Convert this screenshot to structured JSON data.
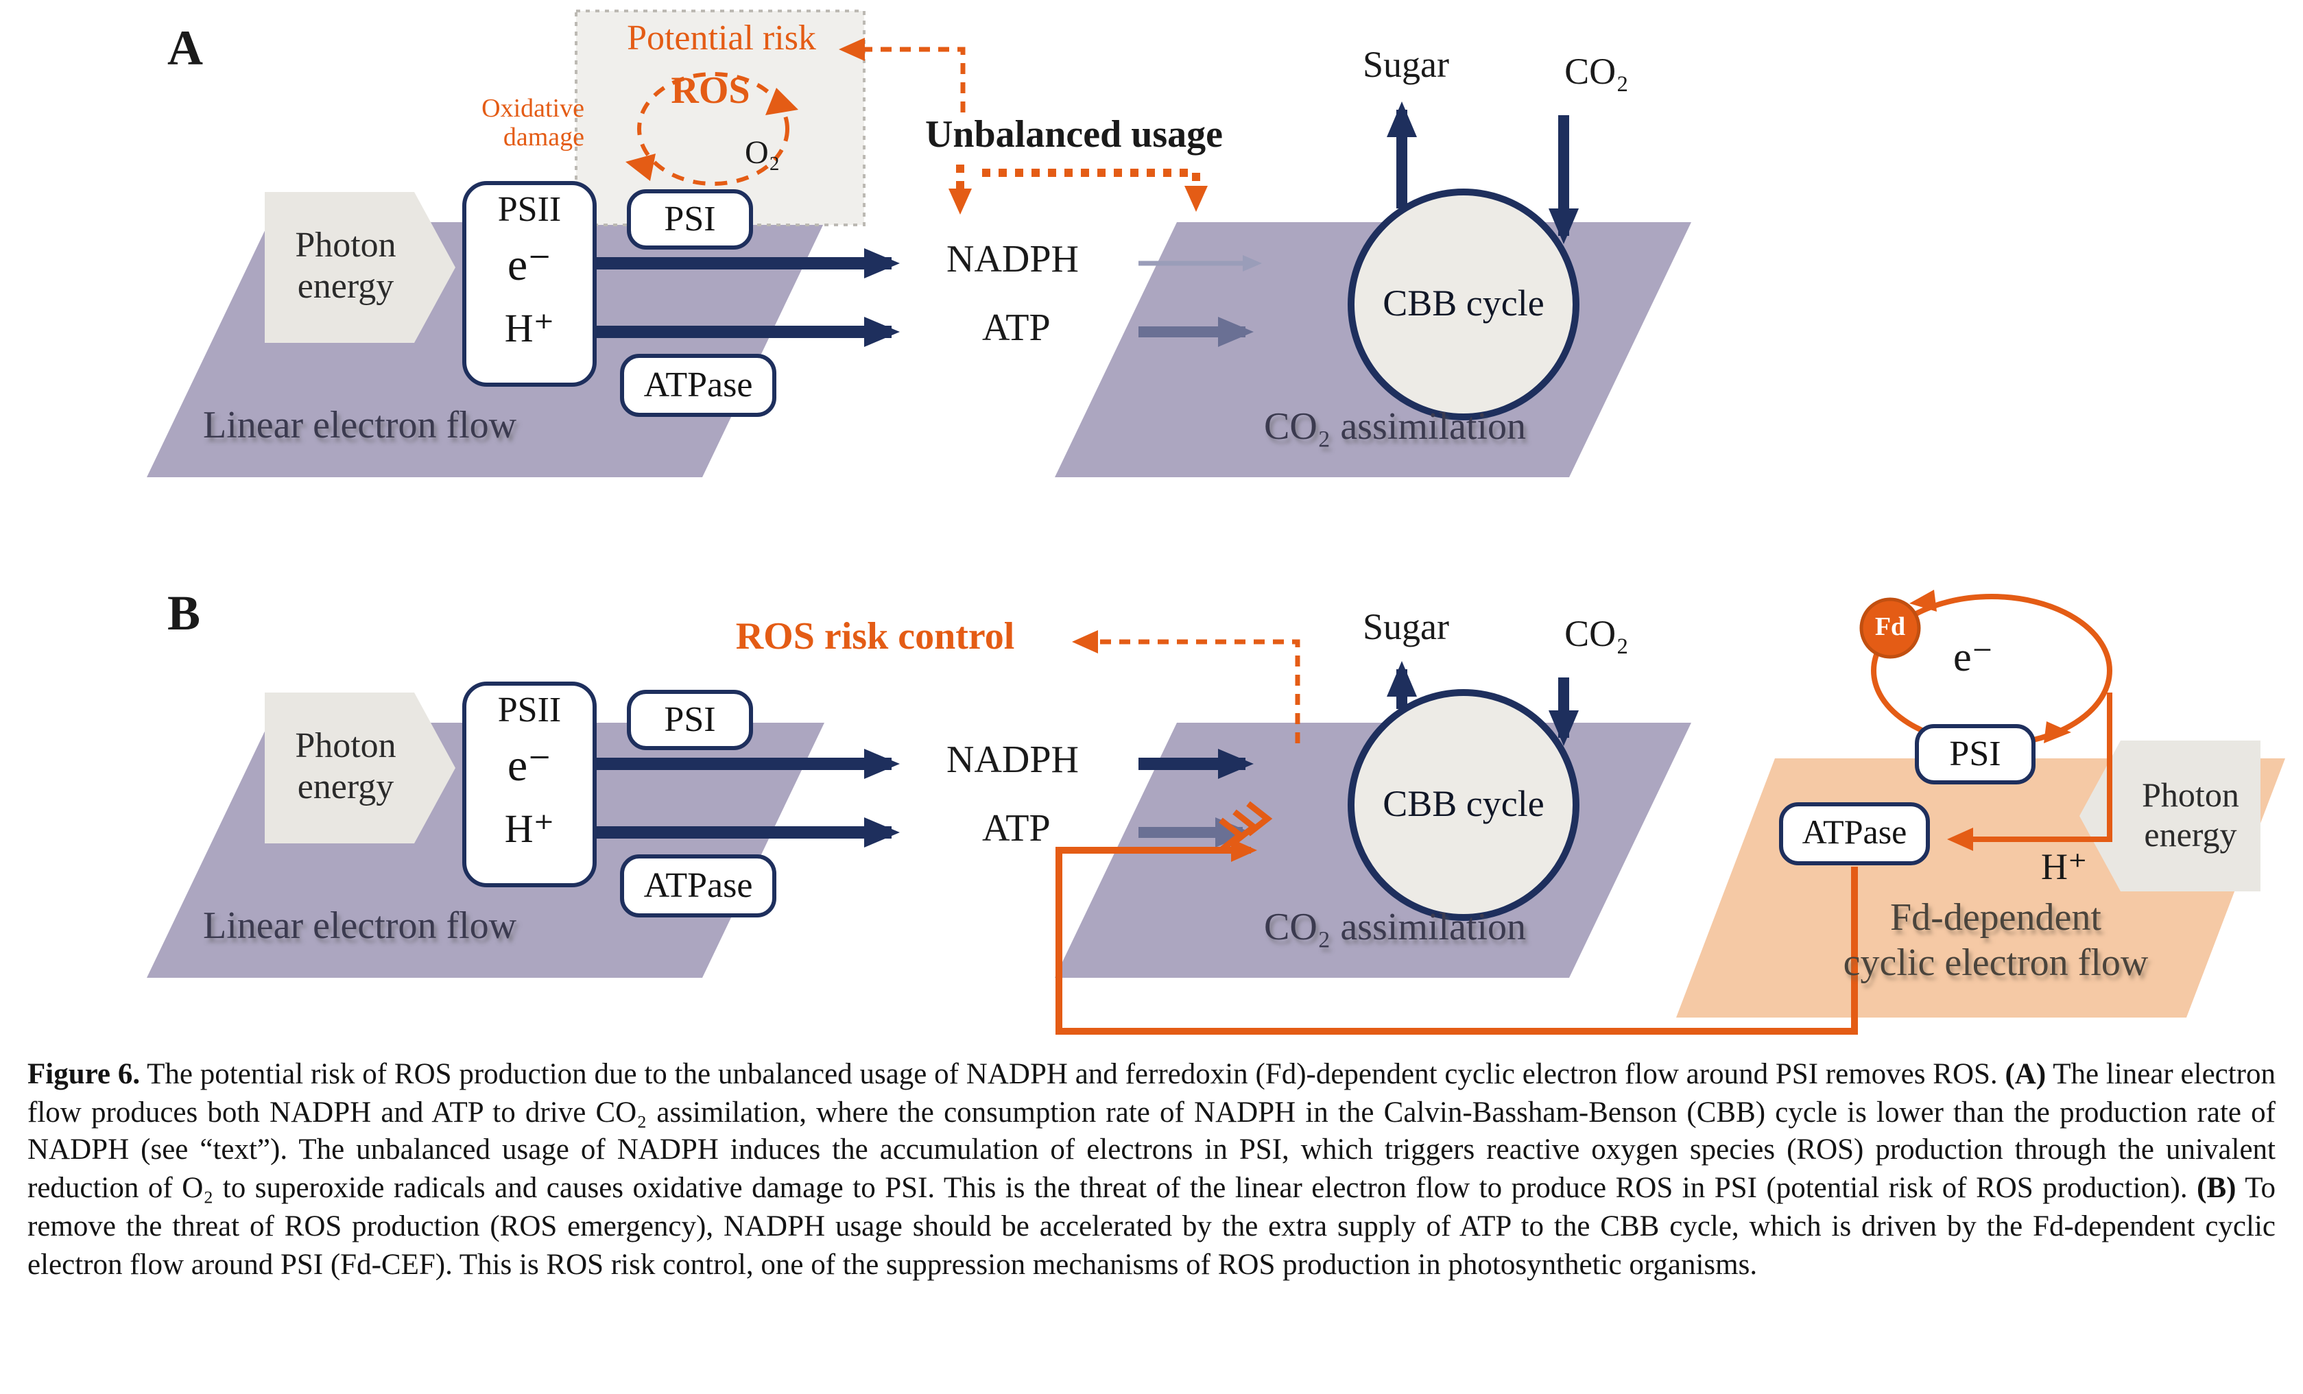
{
  "figure": {
    "panel_a": {
      "label": "A",
      "potential_risk": "Potential risk",
      "ros": "ROS",
      "oxidative_line1": "Oxidative",
      "oxidative_line2": "damage",
      "o2": "O₂",
      "unbalanced_usage": "Unbalanced usage",
      "photon_energy": "Photon energy",
      "psii": "PSII",
      "electron": "e⁻",
      "proton": "H⁺",
      "psi": "PSI",
      "atpase": "ATPase",
      "nadph": "NADPH",
      "atp": "ATP",
      "linear_electron_flow": "Linear electron flow",
      "cbb_cycle": "CBB cycle",
      "sugar": "Sugar",
      "co2": "CO₂",
      "co2_assimilation": "CO₂ assimilation"
    },
    "panel_b": {
      "label": "B",
      "ros_risk_control": "ROS risk control",
      "photon_energy": "Photon energy",
      "psii": "PSII",
      "electron": "e⁻",
      "proton": "H⁺",
      "psi": "PSI",
      "atpase": "ATPase",
      "nadph": "NADPH",
      "atp": "ATP",
      "linear_electron_flow": "Linear electron flow",
      "cbb_cycle": "CBB cycle",
      "sugar": "Sugar",
      "co2": "CO₂",
      "co2_assimilation": "CO₂ assimilation",
      "fd": "Fd",
      "fd_electron": "e⁻",
      "fd_psi": "PSI",
      "fd_atpase": "ATPase",
      "fd_proton": "H⁺",
      "fd_photon_energy": "Photon energy",
      "fd_cef_line1": "Fd-dependent",
      "fd_cef_line2": "cyclic electron flow"
    },
    "caption_segments": [
      {
        "text": "Figure 6.",
        "bold": true
      },
      {
        "text": " The potential risk of ROS production due to the unbalanced usage of NADPH and ferredoxin (Fd)-dependent cyclic electron flow around PSI removes ROS. ",
        "bold": false
      },
      {
        "text": "(A)",
        "bold": true
      },
      {
        "text": " The linear electron flow produces both NADPH and ATP to drive CO₂ assimilation, where the consumption rate of NADPH in the Calvin-Bassham-Benson (CBB) cycle is lower than the production rate of NADPH (see “text”). The unbalanced usage of NADPH induces the accumulation of electrons in PSI, which triggers reactive oxygen species (ROS) production through the univalent reduction of O₂ to superoxide radicals and causes oxidative damage to PSI. This is the threat of the linear electron flow to produce ROS in PSI (potential risk of ROS production). ",
        "bold": false
      },
      {
        "text": "(B)",
        "bold": true
      },
      {
        "text": " To remove the threat of ROS production (ROS emergency), NADPH usage should be accelerated by the extra supply of ATP to the CBB cycle, which is driven by the Fd-dependent cyclic electron flow around PSI (Fd-CEF). This is ROS risk control, one of the suppression mechanisms of ROS production in photosynthetic organisms.",
        "bold": false
      }
    ]
  },
  "colors": {
    "navy": "#1e2f5d",
    "slate": "#6a7094",
    "thin_arrow": "#9a9db9",
    "orange": "#e45c15",
    "purple": "#aca6c0",
    "light_orange": "#f5c9a5",
    "shape_gray": "#e9e7e2",
    "box_fill": "#edebe6",
    "dotted_box_fill": "#f0efec",
    "dotted_box_border": "#bcb9b3",
    "label_dark": "#3b3a4f",
    "fd_label_dark": "#4a443c",
    "text_black": "#1a1a1a"
  }
}
